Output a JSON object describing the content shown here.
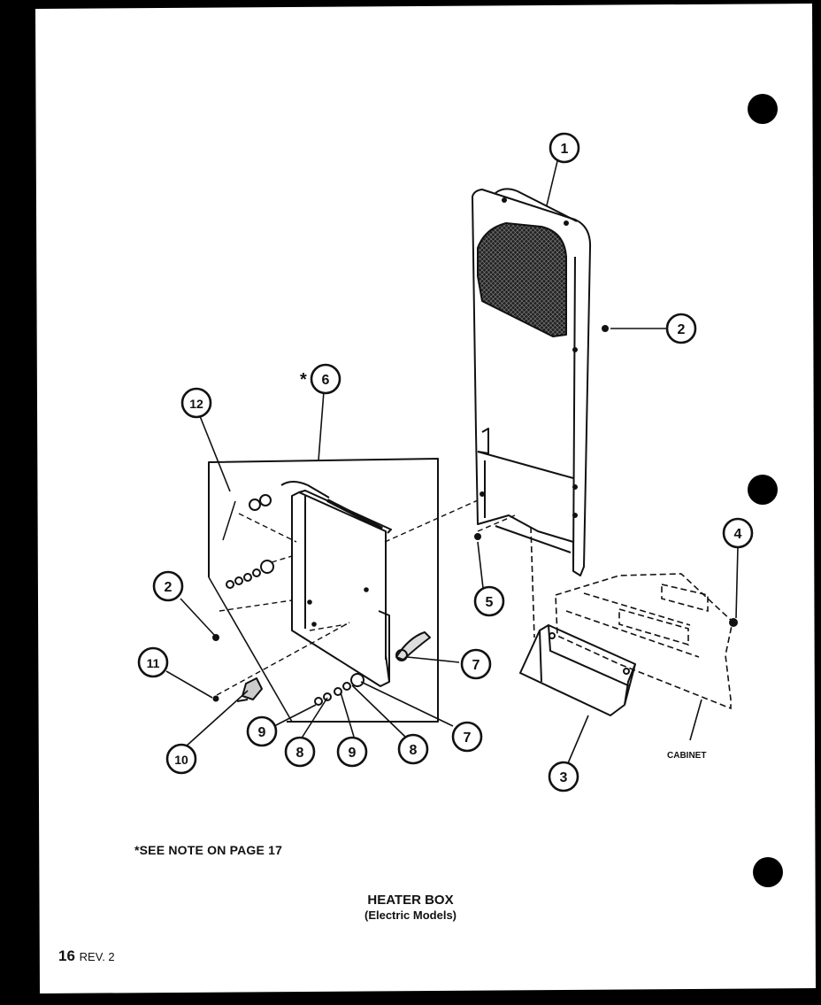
{
  "diagram": {
    "note": "*SEE NOTE ON PAGE 17",
    "title": "HEATER BOX",
    "subtitle": "(Electric Models)",
    "page_number": "16",
    "revision": "REV. 2",
    "cabinet_label": "CABINET",
    "asterisk": "*",
    "callouts": [
      "1",
      "2",
      "2",
      "3",
      "4",
      "5",
      "6",
      "7",
      "7",
      "8",
      "8",
      "9",
      "9",
      "10",
      "11",
      "12"
    ]
  },
  "colors": {
    "background": "#000000",
    "paper": "#ffffff",
    "ink": "#111111"
  }
}
